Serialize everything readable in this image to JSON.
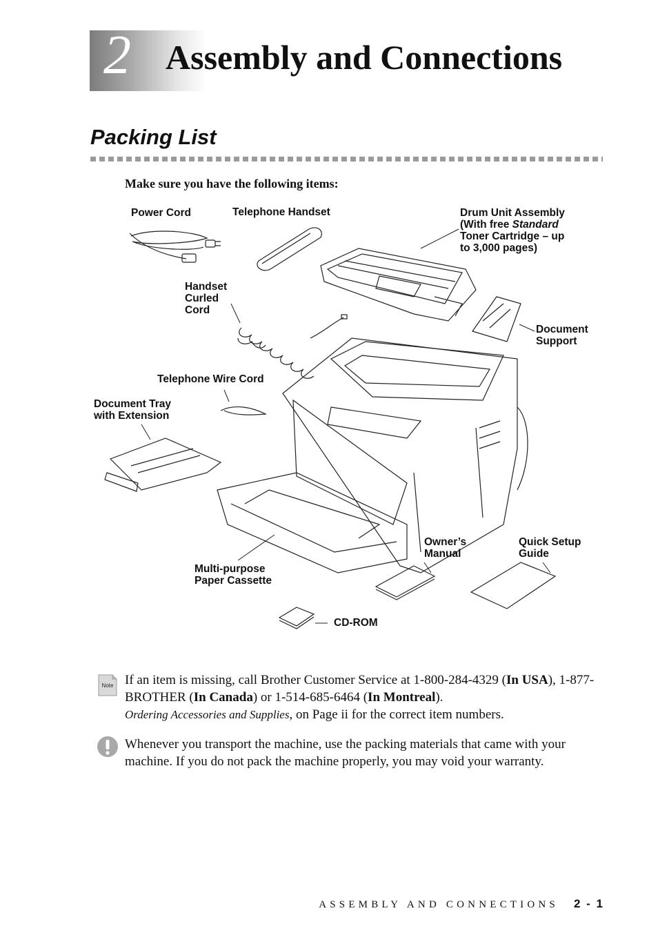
{
  "chapter": {
    "number": "2",
    "title": "Assembly and Connections"
  },
  "section": {
    "title": "Packing List"
  },
  "intro": "Make sure you have the following items:",
  "labels": {
    "power_cord": "Power Cord",
    "telephone_handset": "Telephone Handset",
    "drum_unit": {
      "line1": "Drum Unit Assembly",
      "line2_prefix": "(With free ",
      "line2_italic": "Standard",
      "line3": "Toner Cartridge – up",
      "line4": "to 3,000 pages)"
    },
    "handset_cord": [
      "Handset",
      "Curled",
      "Cord"
    ],
    "document_support": [
      "Document",
      "Support"
    ],
    "telephone_wire_cord": "Telephone Wire Cord",
    "document_tray": [
      "Document Tray",
      "with Extension"
    ],
    "multi_purpose": [
      "Multi-purpose",
      "Paper Cassette"
    ],
    "owners_manual": [
      "Owner’s",
      "Manual"
    ],
    "quick_setup": [
      "Quick Setup",
      "Guide"
    ],
    "cd_rom": "CD-ROM"
  },
  "note": {
    "icon_label": "Note",
    "p1": "If an item is missing, call Brother Customer Service at 1-800-284-4329 (",
    "b1": "In USA",
    "p2": "), 1-877-BROTHER (",
    "b2": "In Canada",
    "p3": ") or 1-514-685-6464 (",
    "b3": "In Montreal",
    "p4": ").",
    "i1": "Ordering Accessories and Supplies",
    "p5": ", on Page ii for the correct item numbers."
  },
  "warning": {
    "icon": "exclamation-icon",
    "text": "Whenever you transport the machine, use the packing materials that came with your machine. If you do not pack the machine properly, you may void your warranty."
  },
  "footer": {
    "running_title": "ASSEMBLY AND CONNECTIONS",
    "page": "2 - 1"
  }
}
